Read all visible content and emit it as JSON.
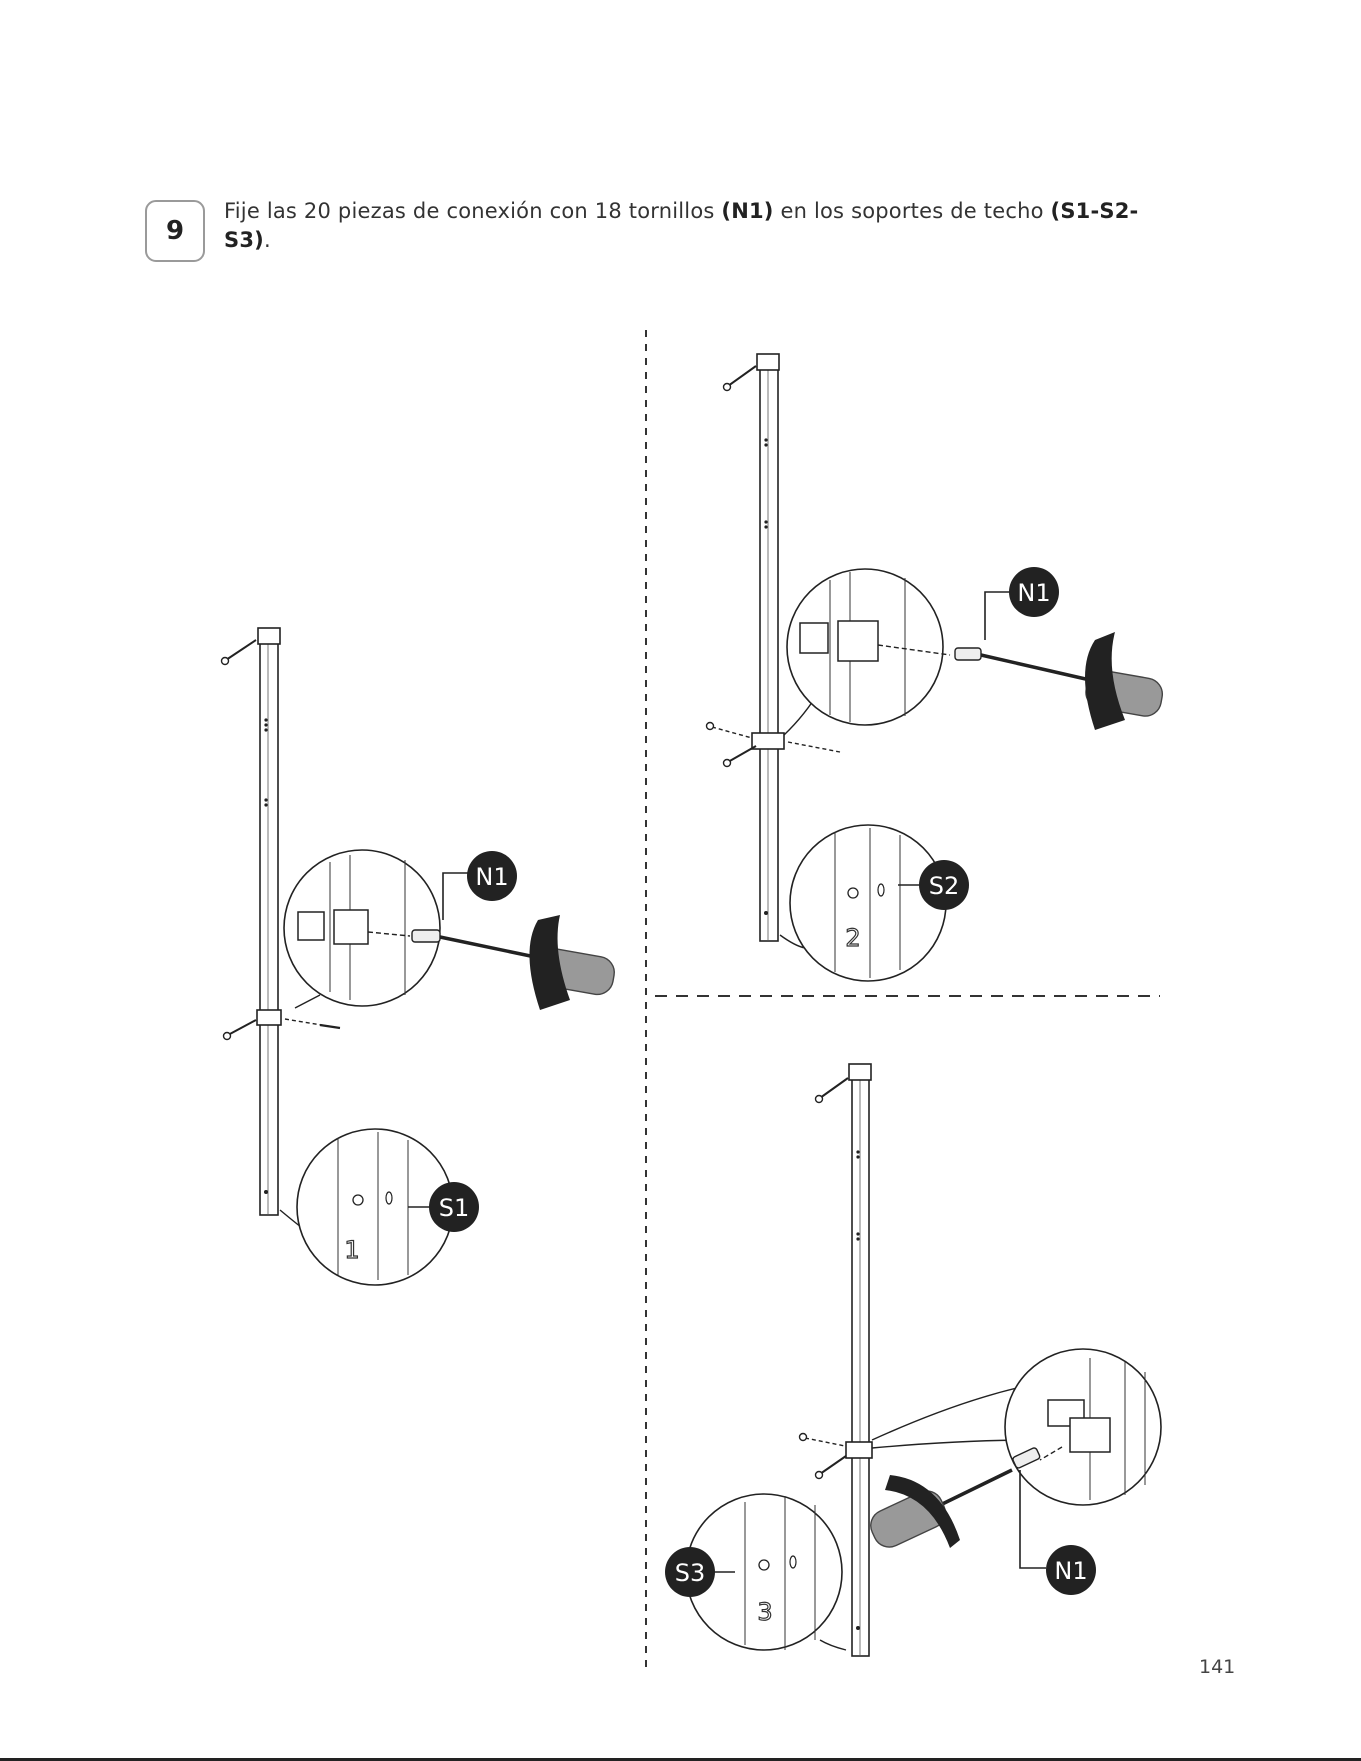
{
  "step": {
    "number": "9"
  },
  "instruction": {
    "text_1": "Fije las 20 piezas de conexión con 18 tornillos ",
    "bold_1": "(N1)",
    "text_2": " en los soportes de techo ",
    "bold_2": "(S1-S2-S3)",
    "text_3": "."
  },
  "callouts": {
    "s1": "S1",
    "s2": "S2",
    "s3": "S3",
    "n1_a": "N1",
    "n1_b": "N1",
    "n1_c": "N1"
  },
  "support_numbers": {
    "s1": "1",
    "s2": "2",
    "s3": "3"
  },
  "page_number": "141"
}
